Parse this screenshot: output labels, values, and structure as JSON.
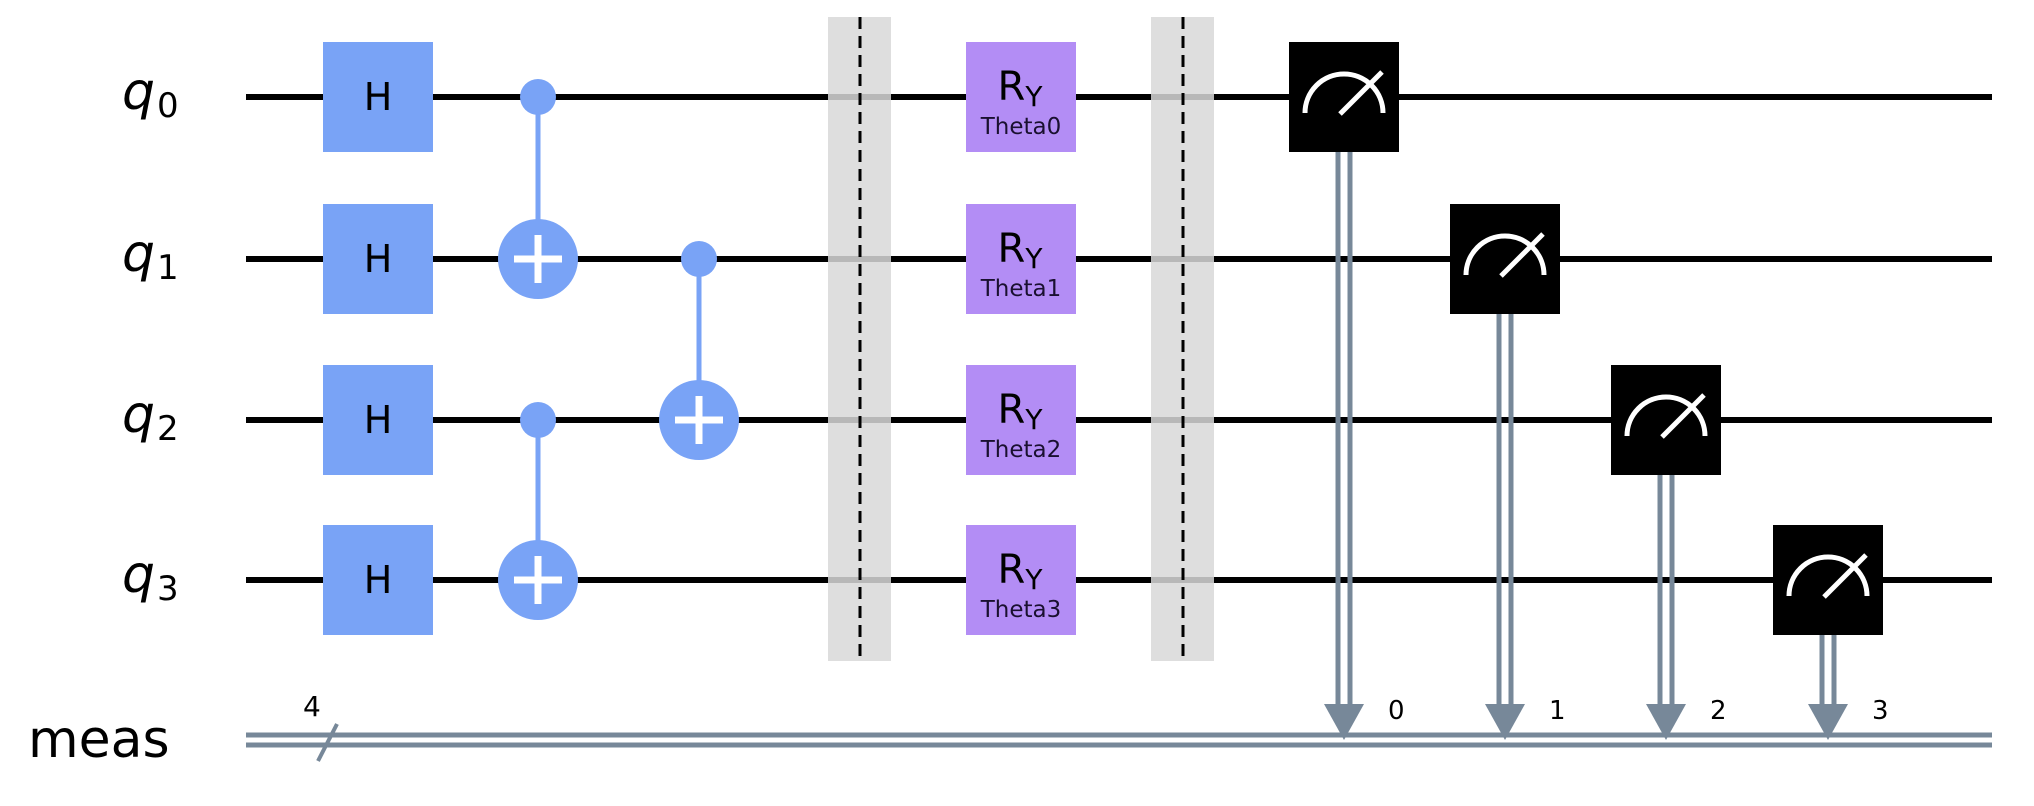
{
  "circuit": {
    "colors": {
      "wire": "#000000",
      "classical": "#778899",
      "h_gate": "#79A3F6",
      "cx_gate": "#79A3F6",
      "ry_gate": "#B38DF5",
      "barrier": "#D8D8D8",
      "measure_box": "#000000",
      "measure_symbol": "#FFFFFF"
    },
    "qubits": [
      {
        "name": "q",
        "index": "0"
      },
      {
        "name": "q",
        "index": "1"
      },
      {
        "name": "q",
        "index": "2"
      },
      {
        "name": "q",
        "index": "3"
      }
    ],
    "classical_register": {
      "name": "meas",
      "size": "4",
      "bit_labels": [
        "0",
        "1",
        "2",
        "3"
      ]
    },
    "gates": {
      "h": [
        {
          "label": "H",
          "qubit": 0,
          "column": 0
        },
        {
          "label": "H",
          "qubit": 1,
          "column": 0
        },
        {
          "label": "H",
          "qubit": 2,
          "column": 0
        },
        {
          "label": "H",
          "qubit": 3,
          "column": 0
        }
      ],
      "cx": [
        {
          "control": 0,
          "target": 1,
          "column": 1
        },
        {
          "control": 2,
          "target": 3,
          "column": 1
        },
        {
          "control": 1,
          "target": 2,
          "column": 2
        }
      ],
      "barriers": [
        {
          "column": 3,
          "qubits": [
            0,
            1,
            2,
            3
          ]
        },
        {
          "column": 5,
          "qubits": [
            0,
            1,
            2,
            3
          ]
        }
      ],
      "ry": [
        {
          "label": "R",
          "sub": "Y",
          "param": "Theta0",
          "qubit": 0,
          "column": 4
        },
        {
          "label": "R",
          "sub": "Y",
          "param": "Theta1",
          "qubit": 1,
          "column": 4
        },
        {
          "label": "R",
          "sub": "Y",
          "param": "Theta2",
          "qubit": 2,
          "column": 4
        },
        {
          "label": "R",
          "sub": "Y",
          "param": "Theta3",
          "qubit": 3,
          "column": 4
        }
      ],
      "measure": [
        {
          "qubit": 0,
          "clbit": 0,
          "column": 6
        },
        {
          "qubit": 1,
          "clbit": 1,
          "column": 7
        },
        {
          "qubit": 2,
          "clbit": 2,
          "column": 8
        },
        {
          "qubit": 3,
          "clbit": 3,
          "column": 9
        }
      ]
    }
  }
}
